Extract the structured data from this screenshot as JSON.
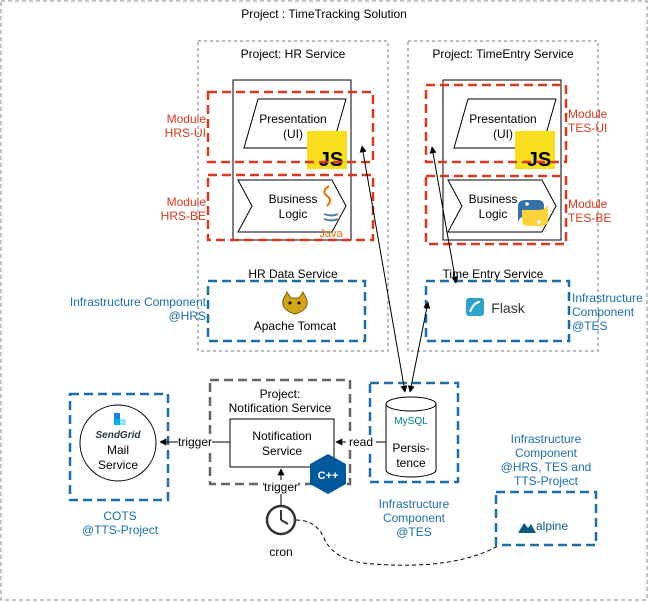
{
  "project": {
    "title": "Project : TimeTracking Solution"
  },
  "hr_service": {
    "title": "Project: HR Service",
    "presentation": [
      "Presentation",
      "(UI)"
    ],
    "business": [
      "Business",
      "Logic"
    ],
    "module_ui": [
      "Module",
      "HRS-UI"
    ],
    "module_be": [
      "Module",
      "HRS-BE"
    ],
    "data_service": "HR Data Service",
    "tomcat_label": "Apache Tomcat",
    "infra_label": [
      "Infrastructure Component",
      "@HRS"
    ],
    "js_logo": "JS",
    "java_logo": "Java"
  },
  "time_entry_service": {
    "title": "Project: TimeEntry Service",
    "presentation": [
      "Presentation",
      "(UI)"
    ],
    "business": [
      "Business",
      "Logic"
    ],
    "module_ui": [
      "Module",
      "TES-UI"
    ],
    "module_be": [
      "Module",
      "TES-BE"
    ],
    "data_service": "Time Entry Service",
    "flask_label": "Flask",
    "infra_label": [
      "Infrastructure",
      "Component",
      "@TES"
    ],
    "js_logo": "JS"
  },
  "notification": {
    "title": [
      "Project:",
      "Notification Service"
    ],
    "box": [
      "Notification",
      "Service"
    ],
    "cpp_logo": "C++"
  },
  "persistence": {
    "label": [
      "Persis-",
      "tence"
    ],
    "mysql_logo": "MySQL",
    "infra_label": [
      "Infrastructure",
      "Component",
      "@TES"
    ]
  },
  "mail": {
    "sendgrid_logo": "SendGrid",
    "label": [
      "Mail",
      "Service"
    ],
    "cots_label": [
      "COTS",
      "@TTS-Project"
    ]
  },
  "alpine": {
    "logo": "alpine",
    "infra_label": [
      "Infrastructure",
      "Component",
      "@HRS, TES and",
      "TTS-Project"
    ]
  },
  "cron": {
    "label": "cron"
  },
  "edges": {
    "trigger_mail": "trigger",
    "read": "read",
    "trigger_cron": "trigger"
  },
  "colors": {
    "module_red": "#d63a1f",
    "infra_blue": "#1a6fa8",
    "project_gray": "#777777",
    "notify_gray": "#666666"
  }
}
